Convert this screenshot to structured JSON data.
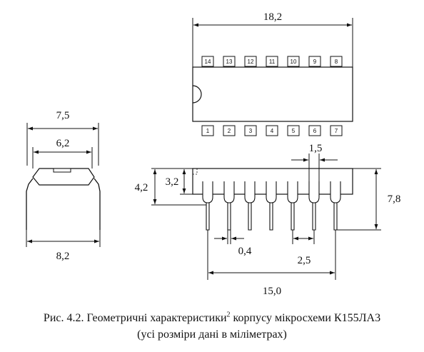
{
  "dimensions": {
    "package_length": "18,2",
    "side_top_width": "7,5",
    "side_inner_width": "6,2",
    "side_lead_span": "8,2",
    "total_height": "4,2",
    "body_height": "3,2",
    "pin_width": "1,5",
    "lead_thickness": "0,4",
    "pin_pitch": "2,5",
    "pin_span": "15,0",
    "overall_height": "7,8"
  },
  "pins": {
    "top": [
      "14",
      "13",
      "12",
      "11",
      "10",
      "9",
      "8"
    ],
    "bottom": [
      "1",
      "2",
      "3",
      "4",
      "5",
      "6",
      "7"
    ]
  },
  "caption": {
    "line1_prefix": "Рис. 4.2. Геометричні характеристики",
    "footnote_mark": "2",
    "line1_suffix": " корпусу мікросхеми К155ЛА3",
    "line2": "(усі розміри дані в міліметрах)"
  }
}
